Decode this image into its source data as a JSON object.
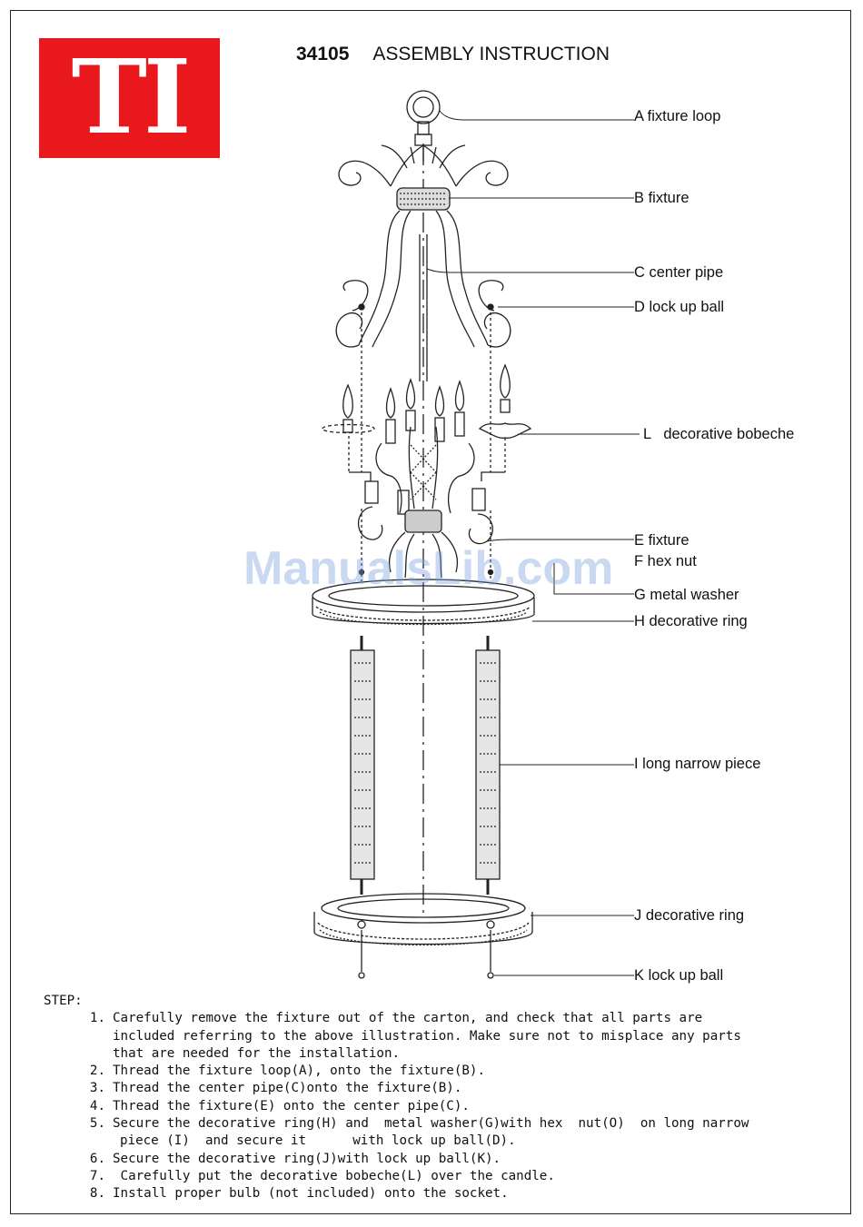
{
  "header": {
    "logo_text": "TI",
    "model_number": "34105",
    "title": "ASSEMBLY INSTRUCTION"
  },
  "callouts": [
    {
      "id": "A",
      "text": "A fixture loop"
    },
    {
      "id": "B",
      "text": "B fixture"
    },
    {
      "id": "C",
      "text": "C center pipe"
    },
    {
      "id": "D",
      "text": "D lock up ball"
    },
    {
      "id": "L",
      "text": "L   decorative bobeche"
    },
    {
      "id": "E",
      "text": "E fixture"
    },
    {
      "id": "F",
      "text": "F hex nut"
    },
    {
      "id": "G",
      "text": "G metal washer"
    },
    {
      "id": "H",
      "text": "H decorative ring"
    },
    {
      "id": "I",
      "text": "I long narrow piece"
    },
    {
      "id": "J",
      "text": "J decorative ring"
    },
    {
      "id": "K",
      "text": "K lock up ball"
    }
  ],
  "watermark": "ManualsLib.com",
  "steps": {
    "heading": "STEP:",
    "items": [
      {
        "num": "1.",
        "lines": [
          "Carefully remove the fixture out of the carton, and check that all parts are",
          "included referring to the above illustration. Make sure not to misplace any parts",
          "that are needed for the installation."
        ]
      },
      {
        "num": "2.",
        "lines": [
          "Thread the fixture loop(A), onto the fixture(B)."
        ]
      },
      {
        "num": "3.",
        "lines": [
          "Thread the center pipe(C)onto the fixture(B)."
        ]
      },
      {
        "num": "4.",
        "lines": [
          "Thread the fixture(E) onto the center pipe(C)."
        ]
      },
      {
        "num": "5.",
        "lines": [
          "Secure the decorative ring(H) and  metal washer(G)with hex  nut(O)  on long narrow",
          "piece (I)  and secure it      with lock up ball(D)."
        ]
      },
      {
        "num": "6.",
        "lines": [
          "Secure the decorative ring(J)with lock up ball(K)."
        ]
      },
      {
        "num": "7.",
        "lines": [
          " Carefully put the decorative bobeche(L) over the candle."
        ]
      },
      {
        "num": "8.",
        "lines": [
          "Install proper bulb (not included) onto the socket."
        ]
      }
    ]
  }
}
